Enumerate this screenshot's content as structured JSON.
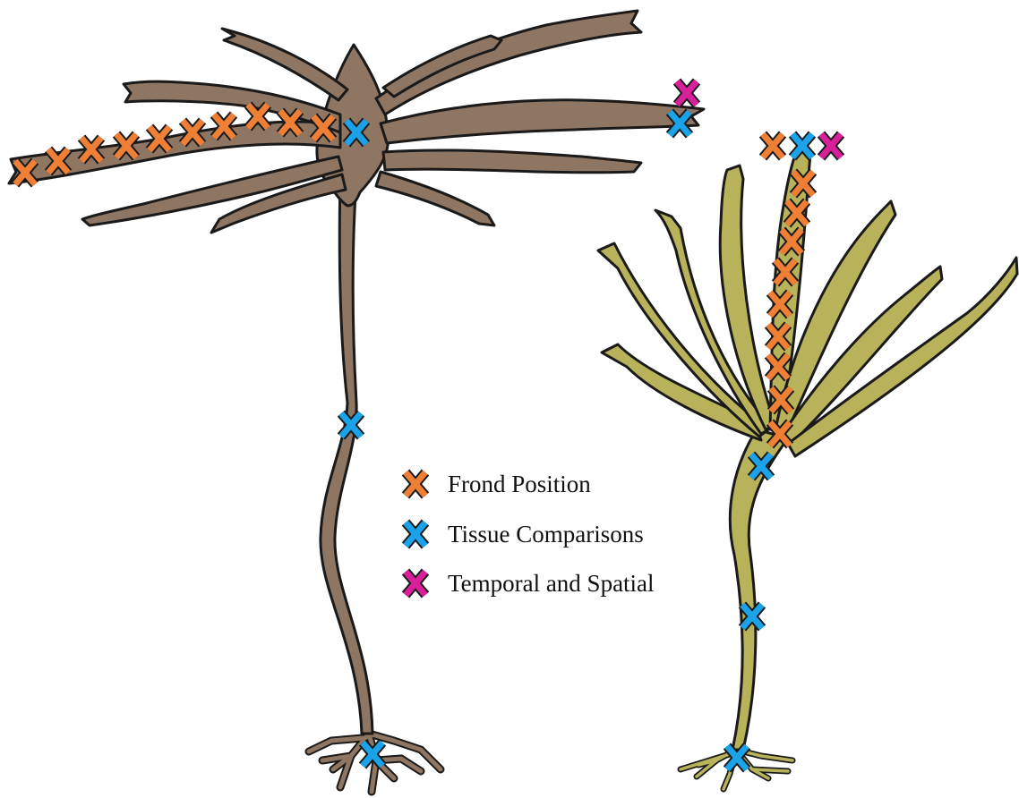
{
  "legend": {
    "items": [
      {
        "key": "frond",
        "label": "Frond Position",
        "color": "#f07f36"
      },
      {
        "key": "tissue",
        "label": "Tissue Comparisons",
        "color": "#1aa3e8"
      },
      {
        "key": "temporal",
        "label": "Temporal and Spatial",
        "color": "#d9209b"
      }
    ]
  },
  "kelps": [
    {
      "id": "brown-kelp",
      "color": "#8e7663"
    },
    {
      "id": "green-kelp",
      "color": "#b8b35a"
    }
  ]
}
